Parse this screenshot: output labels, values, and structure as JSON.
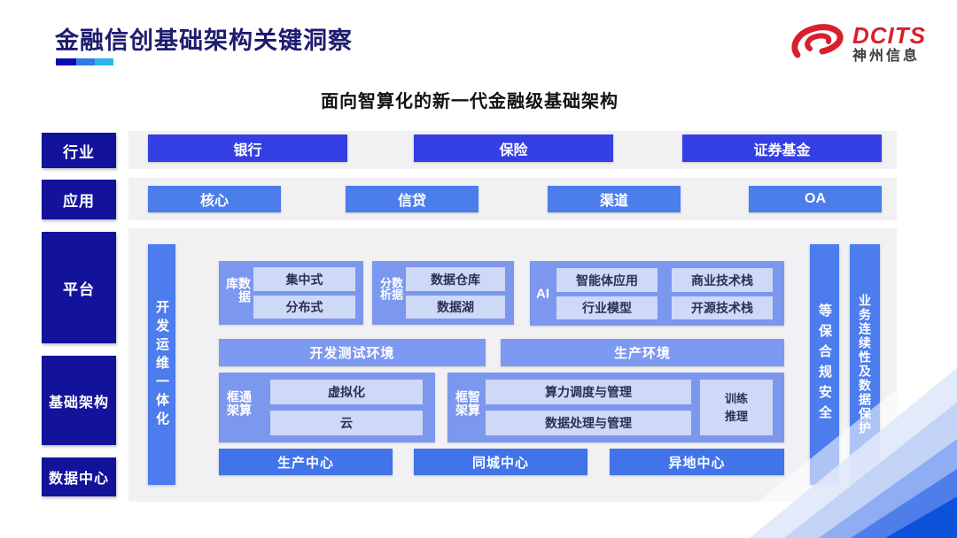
{
  "header": {
    "title": "金融信创基础架构关键洞察",
    "logo": {
      "brand": "DCITS",
      "company": "神州信息"
    }
  },
  "diagram": {
    "subtitle": "面向智算化的新一代金融级基础架构",
    "row_labels": [
      "行业",
      "应用",
      "平台",
      "基础架构",
      "数据中心"
    ],
    "industry_row": {
      "items": [
        "银行",
        "保险",
        "证券基金"
      ]
    },
    "application_row": {
      "items": [
        "核心",
        "信贷",
        "渠道",
        "OA"
      ]
    },
    "platform": {
      "left_bar": "开发运维一体化",
      "right_bars": [
        "等保合规安全",
        "业务连续性及数据保护"
      ],
      "database_block": {
        "label": "数据库",
        "items": [
          "集中式",
          "分布式"
        ]
      },
      "analytics_block": {
        "label": "数据分析",
        "items": [
          "数据仓库",
          "数据湖"
        ]
      },
      "ai_block": {
        "label": "AI",
        "items": [
          "智能体应用",
          "商业技术栈",
          "行业模型",
          "开源技术栈"
        ]
      },
      "env_row": [
        "开发测试环境",
        "生产环境"
      ],
      "general_compute_block": {
        "label": "通算框架",
        "items": [
          "虚拟化",
          "云"
        ]
      },
      "smart_compute_block": {
        "label": "智算框架",
        "items": [
          "算力调度与管理",
          "数据处理与管理"
        ],
        "side_item": "训练推理"
      },
      "datacenter_row": [
        "生产中心",
        "同城中心",
        "异地中心"
      ]
    }
  },
  "colors": {
    "title_navy": "#1d1d6f",
    "label_navy": "#12129b",
    "industry_blue": "#3440e4",
    "app_blue": "#4b7deb",
    "bar_blue": "#4c7cee",
    "block_blue": "#7b97ee",
    "inner_light_blue": "#cdd9f6",
    "datacenter_blue": "#4173e9",
    "panel_gray": "#f1f1f3",
    "logo_red": "#d91f2e",
    "corner_deep_blue": "#0d53d9"
  }
}
